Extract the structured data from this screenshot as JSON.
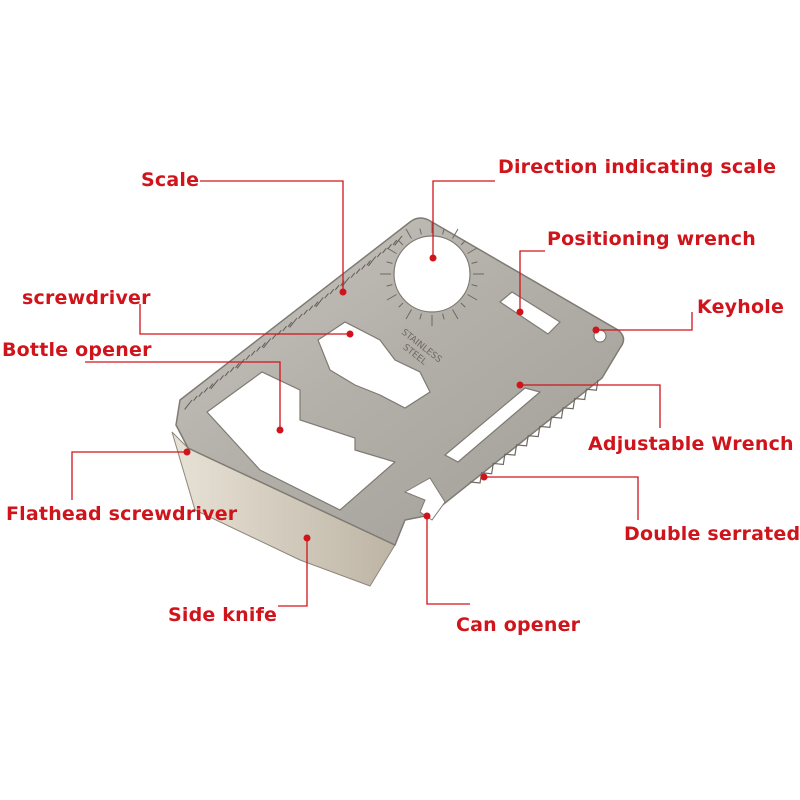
{
  "accent_color": "#d0141b",
  "card_engraving": {
    "line1": "STAINLESS",
    "line2": "STEEL"
  },
  "callouts": [
    {
      "id": "scale",
      "text": "Scale"
    },
    {
      "id": "direction",
      "text": "Direction indicating scale"
    },
    {
      "id": "positioning",
      "text": "Positioning wrench"
    },
    {
      "id": "screwdriver",
      "text": "screwdriver"
    },
    {
      "id": "keyhole",
      "text": "Keyhole"
    },
    {
      "id": "bottle",
      "text": "Bottle opener"
    },
    {
      "id": "adjustable",
      "text": "Adjustable Wrench"
    },
    {
      "id": "flathead",
      "text": "Flathead screwdriver"
    },
    {
      "id": "serrated",
      "text": "Double serrated"
    },
    {
      "id": "knife",
      "text": "Side knife"
    },
    {
      "id": "can",
      "text": "Can opener"
    }
  ]
}
